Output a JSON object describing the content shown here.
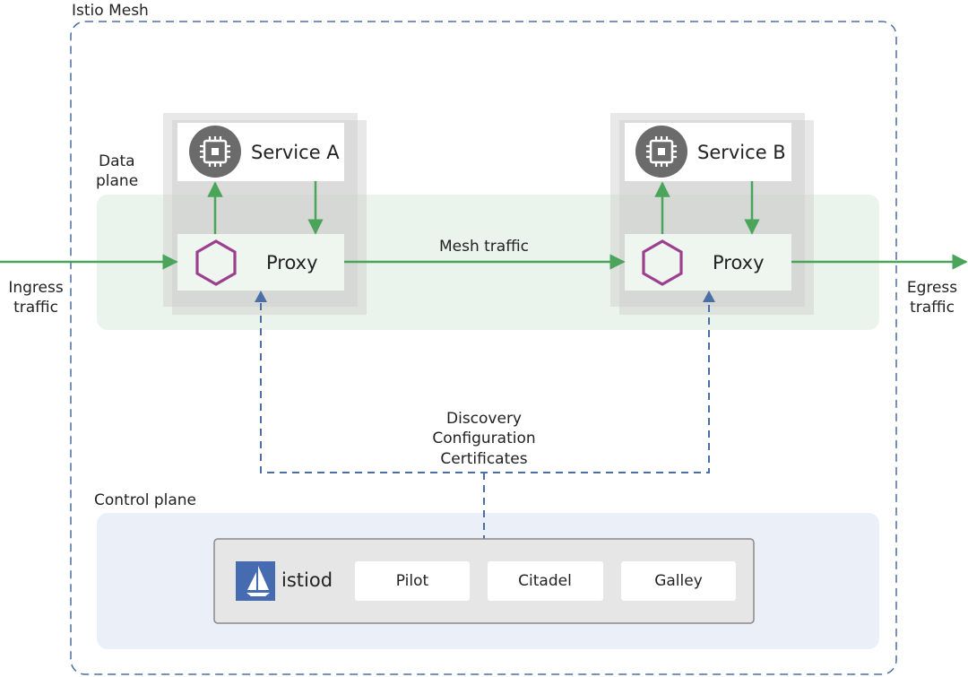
{
  "mesh": {
    "title": "Istio Mesh"
  },
  "data_plane": {
    "label_line1": "Data",
    "label_line2": "plane"
  },
  "control_plane": {
    "label": "Control plane"
  },
  "service_a": {
    "name": "Service A",
    "proxy_label": "Proxy"
  },
  "service_b": {
    "name": "Service B",
    "proxy_label": "Proxy"
  },
  "traffic": {
    "ingress_line1": "Ingress",
    "ingress_line2": "traffic",
    "egress_line1": "Egress",
    "egress_line2": "traffic",
    "mesh": "Mesh traffic"
  },
  "config_flow": {
    "line1": "Discovery",
    "line2": "Configuration",
    "line3": "Certificates"
  },
  "istiod": {
    "name": "istiod",
    "components": [
      "Pilot",
      "Citadel",
      "Galley"
    ]
  },
  "colors": {
    "green_arrow": "#4aa55a",
    "blue_dash": "#4a6fa5",
    "proxy_hex": "#9b3f8e",
    "chip_circle": "#6b6b6b",
    "istio_logo": "#466bb0",
    "data_plane_bg": "#ebf4ec",
    "control_plane_bg": "#ebf0f8"
  },
  "icons": {
    "service": "cpu-chip-icon",
    "proxy": "hexagon-icon",
    "logo": "istio-sail-icon"
  }
}
